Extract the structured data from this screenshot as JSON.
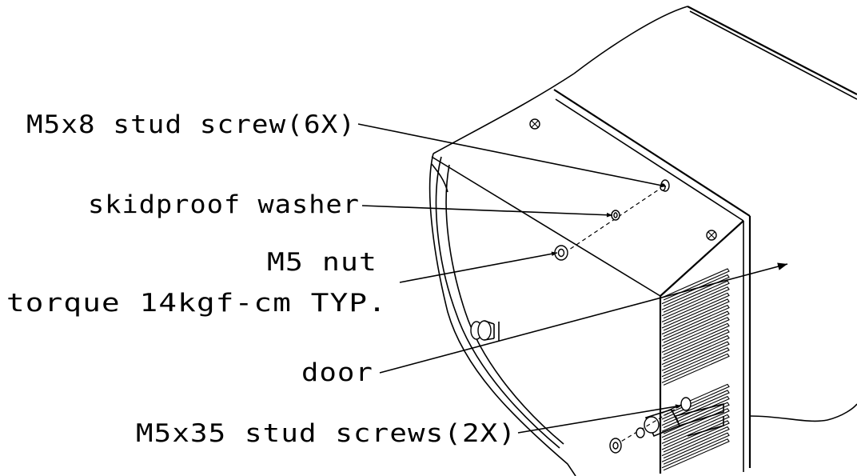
{
  "labels": {
    "m5x8": "M5x8 stud screw(6X)",
    "washer": "skidproof washer",
    "nut_line1": "M5 nut",
    "nut_line2": "torque 14kgf-cm TYP.",
    "door": "door",
    "m5x35": "M5x35 stud screws(2X)"
  },
  "colors": {
    "line": "#000000",
    "background": "#ffffff"
  }
}
